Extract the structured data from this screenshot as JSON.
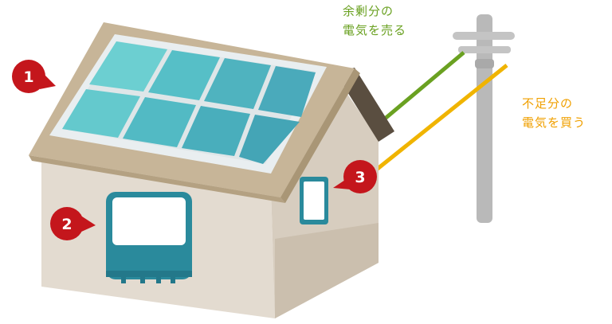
{
  "colors": {
    "badge": "#c4161c",
    "sell_line": "#6aa121",
    "buy_line": "#f0b400",
    "panel": "#4fb8c2",
    "house_wall": "#e3dbd0",
    "roof": "#c7b598",
    "device": "#2a8a9c"
  },
  "labels": {
    "sell_line1": "余剰分の",
    "sell_line2": "電気を売る",
    "buy_line1": "不足分の",
    "buy_line2": "電気を買う"
  },
  "badges": {
    "solar_panel": "1",
    "inverter": "2",
    "meter": "3"
  }
}
